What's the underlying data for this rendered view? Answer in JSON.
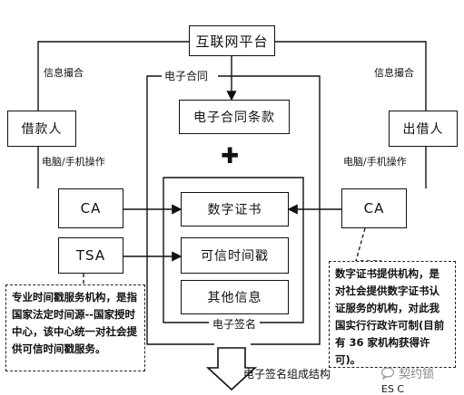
{
  "nodes": {
    "platform": "互联网平台",
    "borrower": "借款人",
    "lender": "出借人",
    "contract_terms": "电子合同条款",
    "ca_left": "CA",
    "ca_right": "CA",
    "tsa": "TSA",
    "digital_cert": "数字证书",
    "trusted_timestamp": "可信时间戳",
    "other_info": "其他信息"
  },
  "labels": {
    "info_match_left": "信息撮合",
    "info_match_right": "信息撮合",
    "device_op_left": "电脑/手机操作",
    "device_op_right": "电脑/手机操作",
    "electronic_contract": "电子合同",
    "electronic_signature": "电子签名",
    "structure_caption": "电子签名组成结构",
    "plus_sign": "✚",
    "watermark": "契约锁",
    "bottom_cut": "ES C"
  },
  "notes": {
    "tsa_note": "专业时间戳服务机构，是指国家法定时间源--国家授时中心，该中心统一对社会提供可信时间戳服务。",
    "ca_note": "数字证书提供机构，是对社会提供数字证书认证服务的机构，对此我国实行行政许可制(目前有 36 家机构获得许可)。"
  }
}
